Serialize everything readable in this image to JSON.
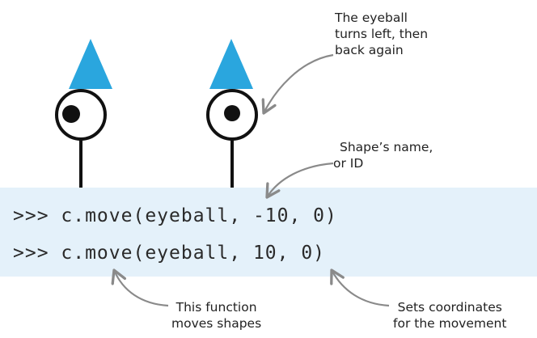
{
  "code": {
    "line1": ">>> c.move(eyeball, -10, 0)",
    "line2": ">>> c.move(eyeball, 10, 0)"
  },
  "annotations": {
    "eyeball": [
      "The eyeball",
      "turns left, then",
      "back again"
    ],
    "shape_name": [
      "Shape’s name,",
      "or ID"
    ],
    "function": [
      "This function",
      "moves shapes"
    ],
    "coordinates": [
      "Sets coordinates",
      "for the movement"
    ]
  },
  "colors": {
    "hat": "#2aa6de",
    "code_background": "#e4f1fa",
    "arrow": "#8a8a8a",
    "outline": "#111111"
  }
}
